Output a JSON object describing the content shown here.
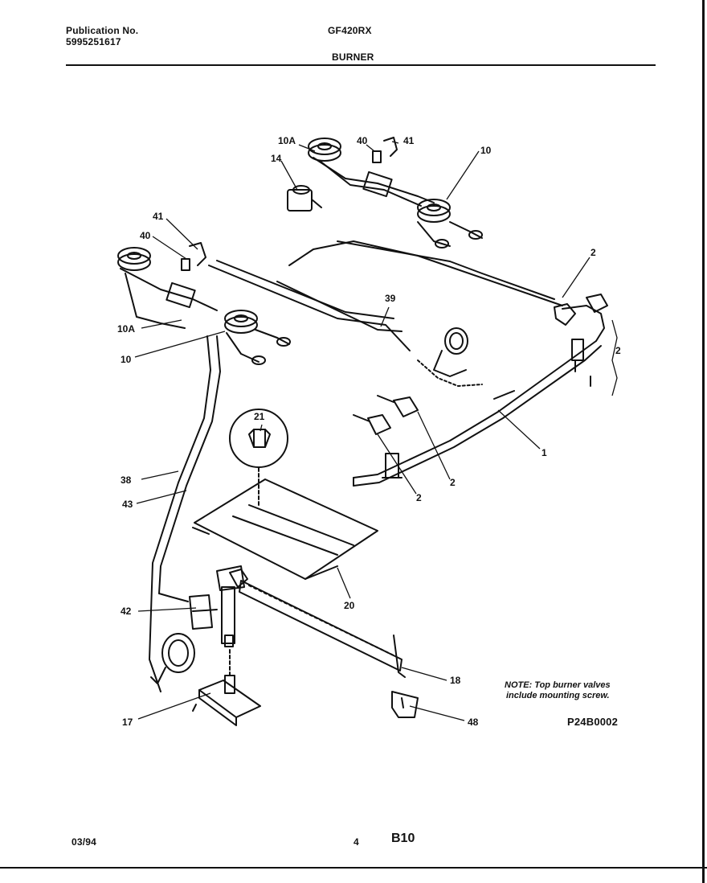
{
  "header": {
    "publication_label": "Publication No.",
    "publication_number": "5995251617",
    "model": "GF420RX",
    "section": "BURNER"
  },
  "callouts": {
    "c10A_top": "10A",
    "c40_top": "40",
    "c41_top": "41",
    "c10_top": "10",
    "c14": "14",
    "c41_left": "41",
    "c40_left": "40",
    "c2_right_top": "2",
    "c39": "39",
    "c10A_left": "10A",
    "c10_left": "10",
    "c2_far_right": "2",
    "c21": "21",
    "c1": "1",
    "c38": "38",
    "c2_mid": "2",
    "c2_low": "2",
    "c43": "43",
    "c20": "20",
    "c42": "42",
    "c18": "18",
    "c17": "17",
    "c48": "48"
  },
  "note": {
    "line1": "NOTE: Top burner valves",
    "line2": "include mounting screw."
  },
  "figure_code": "P24B0002",
  "footer": {
    "date": "03/94",
    "page": "4",
    "code": "B10"
  }
}
